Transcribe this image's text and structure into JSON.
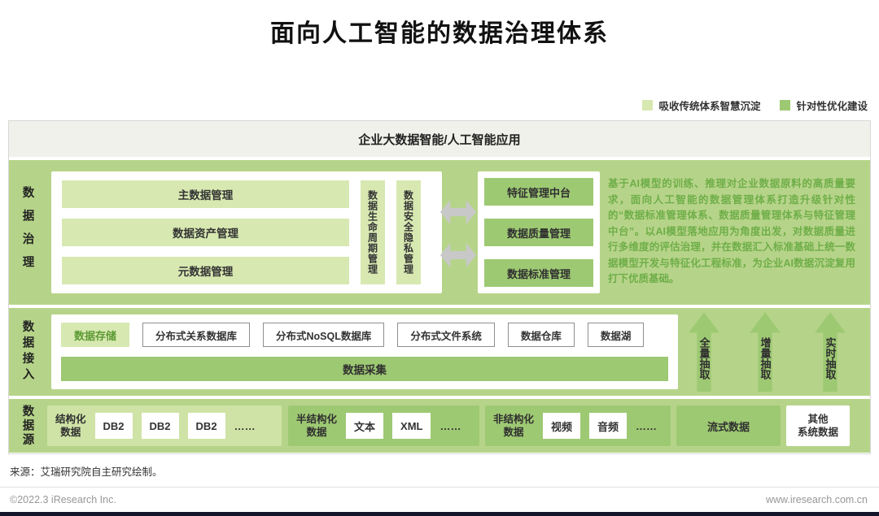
{
  "title": "面向人工智能的数据治理体系",
  "colors": {
    "light_green": "#d7e8b1",
    "mid_green": "#9ec973",
    "band_green": "#b6d489",
    "text_green": "#6fae49"
  },
  "legend": {
    "item1": "吸收传统体系智慧沉淀",
    "item2": "针对性优化建设"
  },
  "app_layer": {
    "title": "企业大数据智能/人工智能应用"
  },
  "governance": {
    "label": "数据治理",
    "traditional_boxes": [
      "主数据管理",
      "数据资产管理",
      "元数据管理"
    ],
    "vertical_boxes": [
      "数据生命周期管理",
      "数据安全隐私管理"
    ],
    "optimized_boxes": [
      "特征管理中台",
      "数据质量管理",
      "数据标准管理"
    ],
    "description": "基于AI模型的训练、推理对企业数据原料的高质量要求，面向人工智能的数据管理体系打造升级针对性的“数据标准管理体系、数据质量管理体系与特征管理中台”。以AI模型落地应用为角度出发，对数据质量进行多维度的评估治理，并在数据汇入标准基础上统一数据模型开发与特征化工程标准，为企业AI数据沉淀复用打下优质基础。"
  },
  "access": {
    "label": "数据接入",
    "storage_label": "数据存储",
    "storage_items": [
      "分布式关系数据库",
      "分布式NoSQL数据库",
      "分布式文件系统",
      "数据仓库",
      "数据湖"
    ],
    "collection": "数据采集",
    "arrows": [
      "全量抽取",
      "增量抽取",
      "实时抽取"
    ]
  },
  "sources": {
    "label": "数据源",
    "structured": {
      "label": "结构化\n数据",
      "items": [
        "DB2",
        "DB2",
        "DB2"
      ],
      "more": "……"
    },
    "semi": {
      "label": "半结构化\n数据",
      "items": [
        "文本",
        "XML"
      ],
      "more": "……"
    },
    "unstructured": {
      "label": "非结构化\n数据",
      "items": [
        "视频",
        "音频"
      ],
      "more": "……"
    },
    "stream": "流式数据",
    "other": "其他\n系统数据"
  },
  "footer": {
    "source_note": "来源：艾瑞研究院自主研究绘制。",
    "copyright": "©2022.3 iResearch Inc.",
    "website": "www.iresearch.com.cn"
  }
}
